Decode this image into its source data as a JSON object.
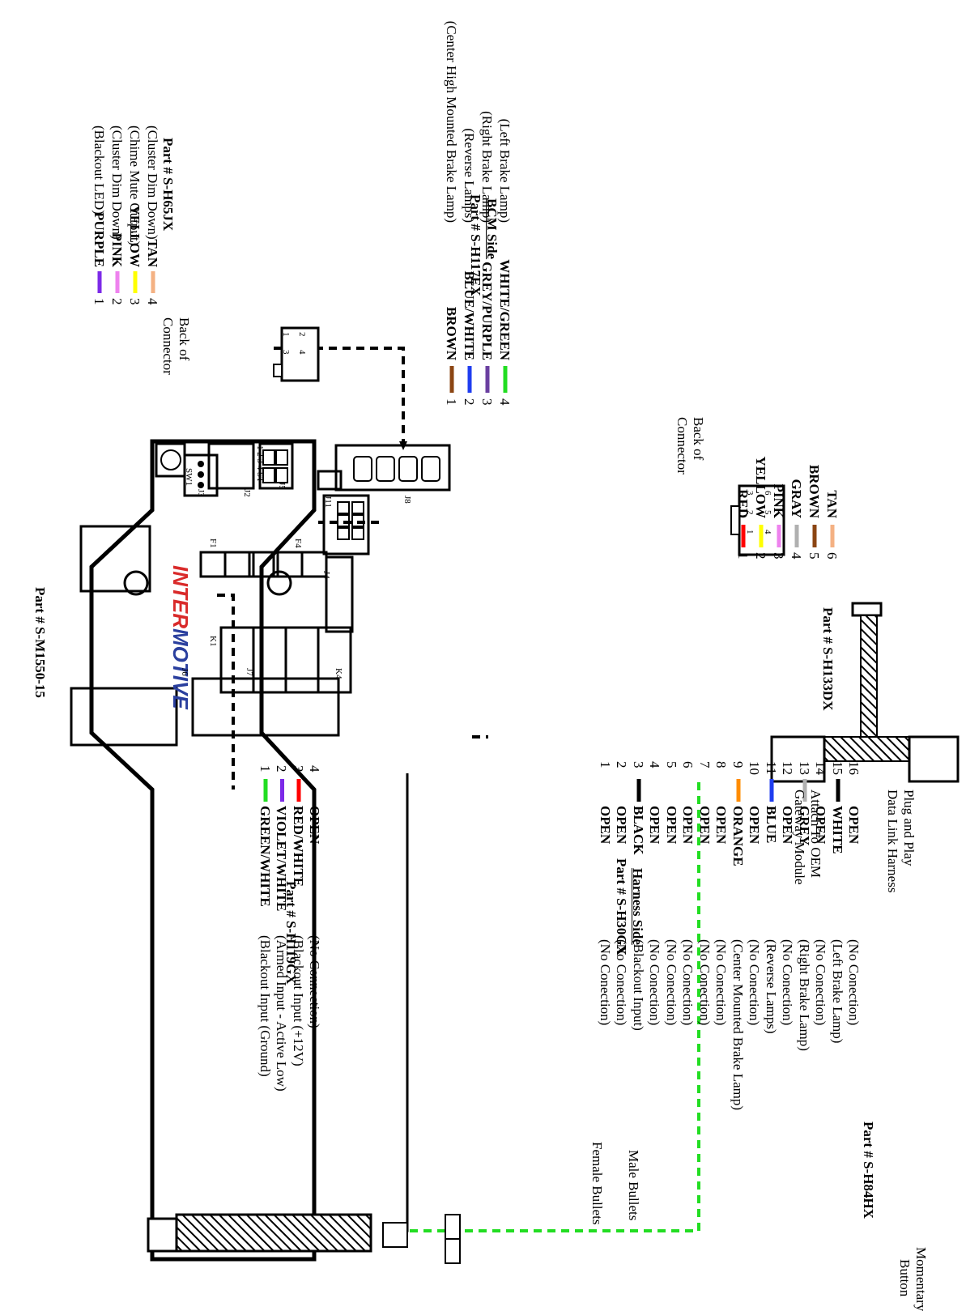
{
  "colors": {
    "PURPLE": "#7c2ae8",
    "PINK": "#ee82ee",
    "YELLOW": "#ffff00",
    "TAN": "#f4b183",
    "BROWN": "#8b4513",
    "BLUE/WHITE": "#1f3df0",
    "GREY/PURPLE": "#6a3fa0",
    "WHITE/GREEN": "#22dd22",
    "RED": "#ff0000",
    "GRAY": "#b0b0b0",
    "BLACK": "#000000",
    "ORANGE": "#ff8c00",
    "BLUE": "#1f3df0",
    "GREY": "#b0b0b0",
    "WHITE": "#000000",
    "GREEN/WHITE": "#22dd22",
    "VIOLET/WHITE": "#7c2ae8",
    "RED/WHITE": "#ff0000",
    "logo_red": "#d92a2a",
    "logo_blue": "#2a3f9e"
  },
  "module": {
    "part": "Part # S-M1550-15",
    "logo_a": "INTER",
    "logo_b": "MOTIVE",
    "labels": {
      "j11": "J11",
      "j8": "J8",
      "j5": "J5",
      "j2": "J2",
      "j3": "J3",
      "sw1": "SW1",
      "j4": "J4",
      "f1": "F1",
      "f4": "F4",
      "k1": "K1",
      "k4": "K4",
      "j7": "J7",
      "j6": "J6"
    },
    "j2_pins": "1  2  3  4  ST"
  },
  "h65jx": {
    "part": "Part # S-H65JX",
    "back_label": [
      "Back of",
      "Connector"
    ],
    "pins": [
      "2",
      "4",
      "1",
      "3"
    ],
    "wires": [
      {
        "num": "1",
        "color": "PURPLE",
        "desc": "(Blackout LED)"
      },
      {
        "num": "2",
        "color": "PINK",
        "desc": "(Cluster Dim Down)"
      },
      {
        "num": "3",
        "color": "YELLOW",
        "desc": "(Chime Mute Output)"
      },
      {
        "num": "4",
        "color": "TAN",
        "desc": "(Cluster Dim Down)"
      }
    ]
  },
  "h117ex": {
    "side": "BCM Side",
    "part": "Part # S-H117EX",
    "wires": [
      {
        "num": "1",
        "color": "BROWN",
        "desc": "(Center High Mounted Brake Lamp)"
      },
      {
        "num": "2",
        "color": "BLUE/WHITE",
        "desc": "(Reverse Lamps)"
      },
      {
        "num": "3",
        "color": "GREY/PURPLE",
        "desc": "(Right Brake Lamp)"
      },
      {
        "num": "4",
        "color": "WHITE/GREEN",
        "desc": "(Left Brake Lamp)"
      }
    ]
  },
  "h133dx": {
    "part": "Part # S-H133DX",
    "back_label": [
      "Back of",
      "Connector"
    ],
    "pins": [
      "6",
      "5",
      "4",
      "3",
      "2",
      "1"
    ],
    "wires": [
      {
        "num": "1",
        "color": "RED"
      },
      {
        "num": "2",
        "color": "YELLOW"
      },
      {
        "num": "3",
        "color": "PINK"
      },
      {
        "num": "4",
        "color": "GRAY"
      },
      {
        "num": "5",
        "color": "BROWN"
      },
      {
        "num": "6",
        "color": "TAN"
      }
    ],
    "attach_label": [
      "Attach To OEM",
      "Gateway Module"
    ],
    "plug_label": [
      "Plug and Play",
      "Data Link Harness"
    ]
  },
  "h30gx": {
    "side": "Harness Side",
    "part": "Part # S-H30GX",
    "wires": [
      {
        "num": "1",
        "color": "OPEN",
        "desc": "(No Conection)"
      },
      {
        "num": "2",
        "color": "OPEN",
        "desc": "(No Conection)"
      },
      {
        "num": "3",
        "color": "BLACK",
        "desc": "(Blackout Input)"
      },
      {
        "num": "4",
        "color": "OPEN",
        "desc": "(No Conection)"
      },
      {
        "num": "5",
        "color": "OPEN",
        "desc": "(No Conection)"
      },
      {
        "num": "6",
        "color": "OPEN",
        "desc": "(No Conection)"
      },
      {
        "num": "7",
        "color": "OPEN",
        "desc": "(No Conection)"
      },
      {
        "num": "8",
        "color": "OPEN",
        "desc": "(No Conection)"
      },
      {
        "num": "9",
        "color": "ORANGE",
        "desc": "(Center Mounted Brake Lamp)"
      },
      {
        "num": "10",
        "color": "OPEN",
        "desc": "(No Conection)"
      },
      {
        "num": "11",
        "color": "BLUE",
        "desc": "(Reverse Lamps)"
      },
      {
        "num": "12",
        "color": "OPEN",
        "desc": "(No Conection)"
      },
      {
        "num": "13",
        "color": "GREY",
        "desc": "(Right Brake Lamp)"
      },
      {
        "num": "14",
        "color": "OPEN",
        "desc": "(No Conection)"
      },
      {
        "num": "15",
        "color": "WHITE",
        "desc": "(Left Brake Lamp)"
      },
      {
        "num": "16",
        "color": "OPEN",
        "desc": "(No Conection)"
      }
    ]
  },
  "h119gx": {
    "part": "Part # S-H119GX",
    "wires": [
      {
        "num": "1",
        "color": "GREEN/WHITE",
        "desc": "(Blackout Input (Ground)"
      },
      {
        "num": "2",
        "color": "VIOLET/WHITE",
        "desc": "(Armed Input - Active Low)"
      },
      {
        "num": "3",
        "color": "RED/WHITE",
        "desc": "(Blackout Input (+12V)"
      },
      {
        "num": "4",
        "color": "OPEN",
        "desc": "(No Connection)"
      }
    ]
  },
  "h84hx": {
    "part": "Part # S-H84HX",
    "momentary": [
      "Momentary",
      "Button"
    ],
    "male": [
      "Male Bullets"
    ],
    "female": [
      "Female Bullets"
    ]
  }
}
